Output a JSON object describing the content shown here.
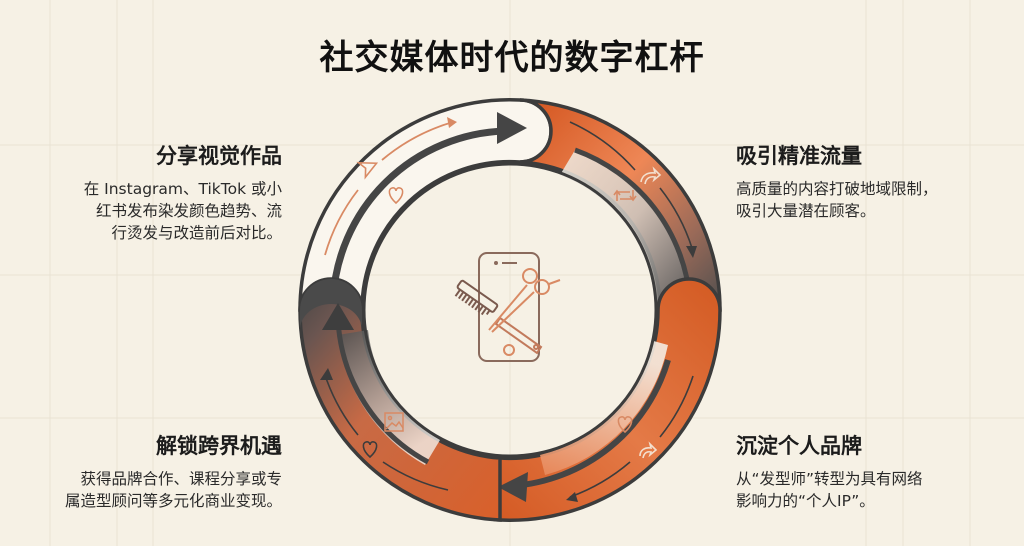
{
  "title": "社交媒体时代的数字杠杆",
  "colors": {
    "background": "#f6f1e5",
    "accent_orange": "#d9602a",
    "dark_gray": "#4a4a4a",
    "icon_orange": "#d98a64"
  },
  "steps": [
    {
      "position": "top-left",
      "heading": "分享视觉作品",
      "body": "在 Instagram、TikTok 或小红书发布染发颜色趋势、流行烫发与改造前后对比。",
      "lines": [
        "在 Instagram、TikTok 或小",
        "红书发布染发颜色趋势、流",
        "行烫发与改造前后对比。"
      ],
      "icons": [
        "send-icon",
        "heart-icon"
      ]
    },
    {
      "position": "top-right",
      "heading": "吸引精准流量",
      "body": "高质量的内容打破地域限制，吸引大量潜在顾客。",
      "lines": [
        "高质量的内容打破地域限制，",
        "吸引大量潜在顾客。"
      ],
      "icons": [
        "share-icon",
        "repost-icon"
      ]
    },
    {
      "position": "bottom-right",
      "heading": "沉淀个人品牌",
      "body": "从“发型师”转型为具有网络影响力的“个人IP”。",
      "lines": [
        "从“发型师”转型为具有网络",
        "影响力的“个人IP”。"
      ],
      "icons": [
        "heart-icon",
        "share-icon"
      ]
    },
    {
      "position": "bottom-left",
      "heading": "解锁跨界机遇",
      "body": "获得品牌合作、课程分享或专属造型顾问等多元化商业变现。",
      "lines": [
        "获得品牌合作、课程分享或专",
        "属造型顾问等多元化商业变现。"
      ],
      "icons": [
        "image-icon",
        "heart-icon"
      ]
    }
  ],
  "center_icon": "phone-with-comb-and-scissors-icon"
}
